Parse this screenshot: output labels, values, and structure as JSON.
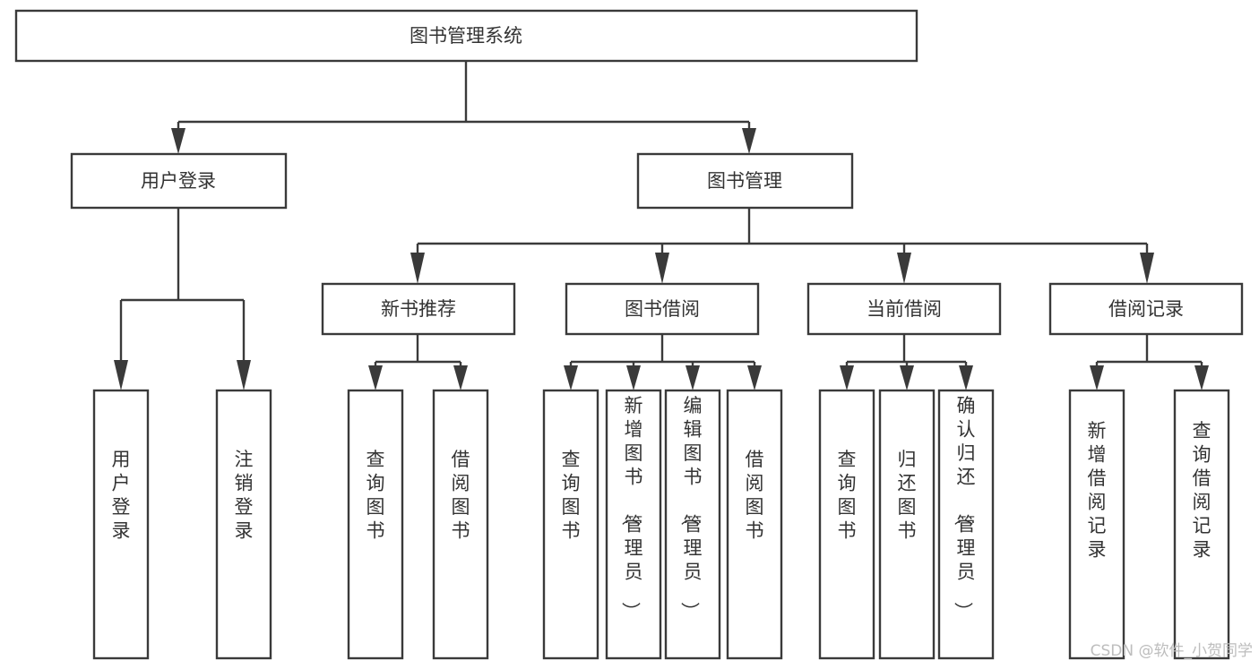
{
  "diagram": {
    "type": "tree-hierarchy",
    "title": "图书管理系统",
    "orientation": "top-down",
    "colors": {
      "stroke": "#3a3a3a",
      "fill": "#ffffff",
      "text": "#333333",
      "background": "#ffffff",
      "watermark": "#bdbdbd"
    },
    "levels": [
      {
        "level": 0,
        "nodes": [
          {
            "id": "root",
            "label": "图书管理系统",
            "orientation": "horizontal"
          }
        ]
      },
      {
        "level": 1,
        "nodes": [
          {
            "id": "user-login",
            "label": "用户登录",
            "orientation": "horizontal",
            "parent": "root"
          },
          {
            "id": "book-manage",
            "label": "图书管理",
            "orientation": "horizontal",
            "parent": "root"
          }
        ]
      },
      {
        "level": 2,
        "nodes": [
          {
            "id": "new-book-rec",
            "label": "新书推荐",
            "orientation": "horizontal",
            "parent": "book-manage"
          },
          {
            "id": "book-borrow",
            "label": "图书借阅",
            "orientation": "horizontal",
            "parent": "book-manage"
          },
          {
            "id": "current-borrow",
            "label": "当前借阅",
            "orientation": "horizontal",
            "parent": "book-manage"
          },
          {
            "id": "borrow-record",
            "label": "借阅记录",
            "orientation": "horizontal",
            "parent": "book-manage"
          }
        ]
      },
      {
        "level": 3,
        "nodes": [
          {
            "id": "leaf-user-login",
            "label": "用户登录",
            "orientation": "vertical",
            "parent": "user-login"
          },
          {
            "id": "leaf-logout",
            "label": "注销登录",
            "orientation": "vertical",
            "parent": "user-login"
          },
          {
            "id": "leaf-query-book-1",
            "label": "查询图书",
            "orientation": "vertical",
            "parent": "new-book-rec"
          },
          {
            "id": "leaf-borrow-book-1",
            "label": "借阅图书",
            "orientation": "vertical",
            "parent": "new-book-rec"
          },
          {
            "id": "leaf-query-book-2",
            "label": "查询图书",
            "orientation": "vertical",
            "parent": "book-borrow"
          },
          {
            "id": "leaf-add-book",
            "label": "新增图书（管理员）",
            "orientation": "vertical",
            "parent": "book-borrow"
          },
          {
            "id": "leaf-edit-book",
            "label": "编辑图书（管理员）",
            "orientation": "vertical",
            "parent": "book-borrow"
          },
          {
            "id": "leaf-borrow-book-2",
            "label": "借阅图书",
            "orientation": "vertical",
            "parent": "book-borrow"
          },
          {
            "id": "leaf-query-book-3",
            "label": "查询图书",
            "orientation": "vertical",
            "parent": "current-borrow"
          },
          {
            "id": "leaf-return-book",
            "label": "归还图书",
            "orientation": "vertical",
            "parent": "current-borrow"
          },
          {
            "id": "leaf-confirm-return",
            "label": "确认归还（管理员）",
            "orientation": "vertical",
            "parent": "current-borrow"
          },
          {
            "id": "leaf-add-record",
            "label": "新增借阅记录",
            "orientation": "vertical",
            "parent": "borrow-record"
          },
          {
            "id": "leaf-query-record",
            "label": "查询借阅记录",
            "orientation": "vertical",
            "parent": "borrow-record"
          }
        ]
      }
    ]
  },
  "watermark": {
    "text": "CSDN @软件_小贺同学"
  }
}
